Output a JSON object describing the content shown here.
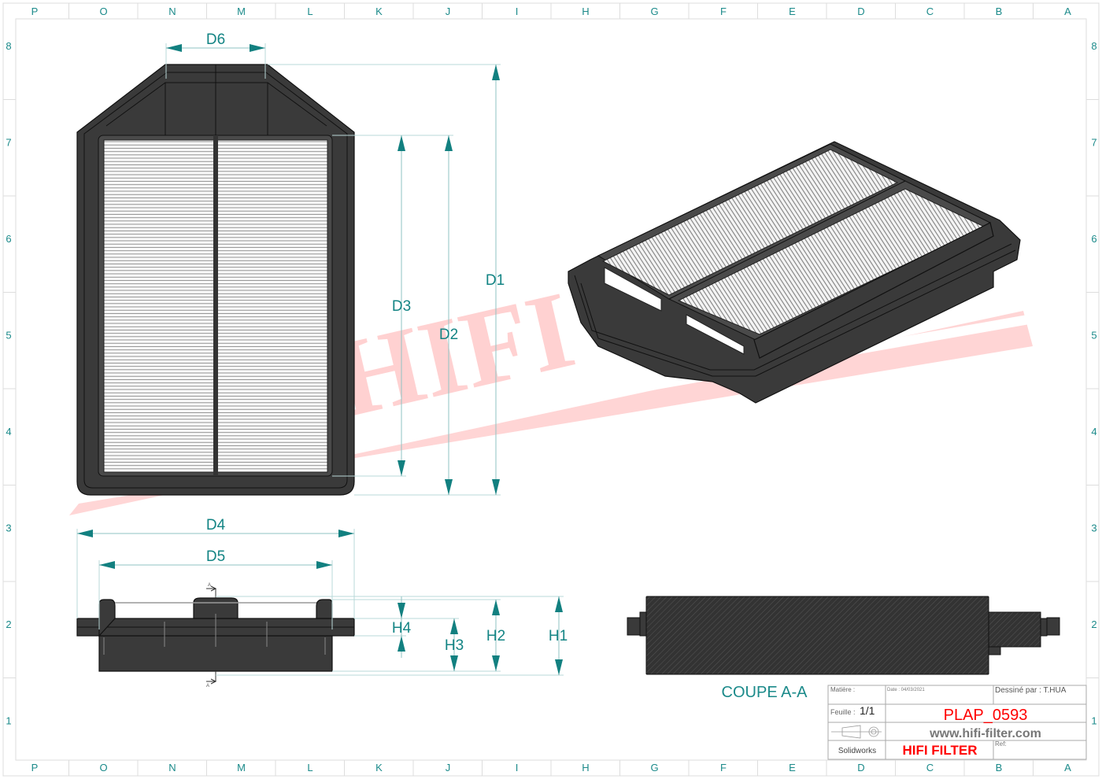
{
  "grid": {
    "columns": [
      "P",
      "O",
      "N",
      "M",
      "L",
      "K",
      "J",
      "I",
      "H",
      "G",
      "F",
      "E",
      "D",
      "C",
      "B",
      "A"
    ],
    "rows": [
      "8",
      "7",
      "6",
      "5",
      "4",
      "3",
      "2",
      "1"
    ]
  },
  "watermark": {
    "text": "HIFI"
  },
  "dimensions": {
    "d1": "D1",
    "d2": "D2",
    "d3": "D3",
    "d4": "D4",
    "d5": "D5",
    "d6": "D6",
    "h1": "H1",
    "h2": "H2",
    "h3": "H3",
    "h4": "H4"
  },
  "section": {
    "title": "COUPE A-A",
    "marker": "A"
  },
  "title_block": {
    "material_label": "Matière :",
    "date_label": "Date : 04/03/2021",
    "drawn_by": "Dessiné par : T.HUA",
    "sheet_label": "Feuille :",
    "sheet_value": "1/1",
    "part_number": "PLAP_0593",
    "website": "www.hifi-filter.com",
    "software": "Solidworks",
    "brand": "HIFI FILTER",
    "ref_label": "Ref:"
  },
  "colors": {
    "accent": "#128080",
    "brand_red": "#ff0000",
    "part": "#3a3a3a"
  }
}
